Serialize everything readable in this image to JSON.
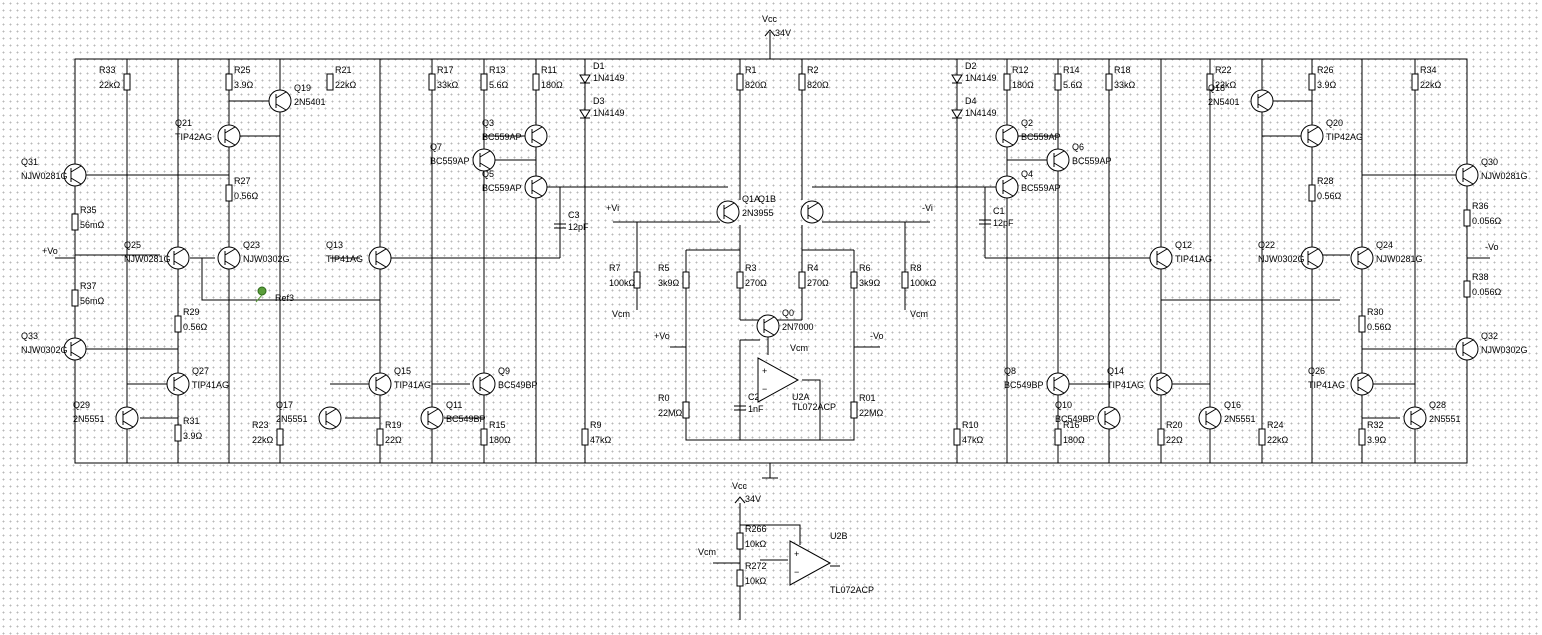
{
  "supply": {
    "name": "Vcc",
    "value": "34V"
  },
  "ports": {
    "pos_in": "+Vi",
    "neg_in": "-Vi",
    "pos_out": "+Vo",
    "neg_out": "-Vo",
    "vcm": "Vcm"
  },
  "probe": "Ref3",
  "resistors": [
    {
      "ref": "R33",
      "val": "22kΩ"
    },
    {
      "ref": "R25",
      "val": "3.9Ω"
    },
    {
      "ref": "R27",
      "val": "0.56Ω"
    },
    {
      "ref": "R35",
      "val": "56mΩ"
    },
    {
      "ref": "R37",
      "val": "56mΩ"
    },
    {
      "ref": "R29",
      "val": "0.56Ω"
    },
    {
      "ref": "R31",
      "val": "3.9Ω"
    },
    {
      "ref": "R21",
      "val": "22kΩ"
    },
    {
      "ref": "R23",
      "val": "22kΩ"
    },
    {
      "ref": "R19",
      "val": "22Ω"
    },
    {
      "ref": "R17",
      "val": "33kΩ"
    },
    {
      "ref": "R13",
      "val": "5.6Ω"
    },
    {
      "ref": "R15",
      "val": "180Ω"
    },
    {
      "ref": "R11",
      "val": "180Ω"
    },
    {
      "ref": "R9",
      "val": "47kΩ"
    },
    {
      "ref": "R1",
      "val": "820Ω"
    },
    {
      "ref": "R2",
      "val": "820Ω"
    },
    {
      "ref": "R7",
      "val": "100kΩ"
    },
    {
      "ref": "R5",
      "val": "3k9Ω"
    },
    {
      "ref": "R3",
      "val": "270Ω"
    },
    {
      "ref": "R4",
      "val": "270Ω"
    },
    {
      "ref": "R6",
      "val": "3k9Ω"
    },
    {
      "ref": "R8",
      "val": "100kΩ"
    },
    {
      "ref": "R0",
      "val": "22MΩ"
    },
    {
      "ref": "R01",
      "val": "22MΩ"
    },
    {
      "ref": "R10",
      "val": "47kΩ"
    },
    {
      "ref": "R12",
      "val": "180Ω"
    },
    {
      "ref": "R14",
      "val": "5.6Ω"
    },
    {
      "ref": "R16",
      "val": "180Ω"
    },
    {
      "ref": "R18",
      "val": "33kΩ"
    },
    {
      "ref": "R20",
      "val": "22Ω"
    },
    {
      "ref": "R22",
      "val": "22kΩ"
    },
    {
      "ref": "R24",
      "val": "22kΩ"
    },
    {
      "ref": "R26",
      "val": "3.9Ω"
    },
    {
      "ref": "R28",
      "val": "0.56Ω"
    },
    {
      "ref": "R30",
      "val": "0.56Ω"
    },
    {
      "ref": "R32",
      "val": "3.9Ω"
    },
    {
      "ref": "R34",
      "val": "22kΩ"
    },
    {
      "ref": "R36",
      "val": "0.056Ω"
    },
    {
      "ref": "R38",
      "val": "0.056Ω"
    },
    {
      "ref": "R266",
      "val": "10kΩ"
    },
    {
      "ref": "R272",
      "val": "10kΩ"
    }
  ],
  "transistors": [
    {
      "ref": "Q31",
      "part": "NJW0281G"
    },
    {
      "ref": "Q33",
      "part": "NJW0302G"
    },
    {
      "ref": "Q21",
      "part": "TIP42AG"
    },
    {
      "ref": "Q19",
      "part": "2N5401"
    },
    {
      "ref": "Q25",
      "part": "NJW0281G"
    },
    {
      "ref": "Q23",
      "part": "NJW0302G"
    },
    {
      "ref": "Q27",
      "part": "TIP41AG"
    },
    {
      "ref": "Q29",
      "part": "2N5551"
    },
    {
      "ref": "Q13",
      "part": "TIP41AG"
    },
    {
      "ref": "Q15",
      "part": "TIP41AG"
    },
    {
      "ref": "Q17",
      "part": "2N5551"
    },
    {
      "ref": "Q9",
      "part": "BC549BP"
    },
    {
      "ref": "Q11",
      "part": "BC549BP"
    },
    {
      "ref": "Q7",
      "part": "BC559AP"
    },
    {
      "ref": "Q3",
      "part": "BC559AP"
    },
    {
      "ref": "Q5",
      "part": "BC559AP"
    },
    {
      "ref": "Q1A",
      "part": "2N3955"
    },
    {
      "ref": "Q1B",
      "part": ""
    },
    {
      "ref": "Q0",
      "part": "2N7000"
    },
    {
      "ref": "Q2",
      "part": "BC559AP"
    },
    {
      "ref": "Q4",
      "part": "BC559AP"
    },
    {
      "ref": "Q6",
      "part": "BC559AP"
    },
    {
      "ref": "Q8",
      "part": "BC549BP"
    },
    {
      "ref": "Q10",
      "part": "BC549BP"
    },
    {
      "ref": "Q12",
      "part": "TIP41AG"
    },
    {
      "ref": "Q14",
      "part": "TIP41AG"
    },
    {
      "ref": "Q16",
      "part": "2N5551"
    },
    {
      "ref": "Q18",
      "part": "2N5401"
    },
    {
      "ref": "Q20",
      "part": "TIP42AG"
    },
    {
      "ref": "Q22",
      "part": "NJW0302G"
    },
    {
      "ref": "Q24",
      "part": "NJW0281G"
    },
    {
      "ref": "Q26",
      "part": "TIP41AG"
    },
    {
      "ref": "Q28",
      "part": "2N5551"
    },
    {
      "ref": "Q30",
      "part": "NJW0281G"
    },
    {
      "ref": "Q32",
      "part": "NJW0302G"
    }
  ],
  "diodes": [
    {
      "ref": "D1",
      "part": "1N4149"
    },
    {
      "ref": "D3",
      "part": "1N4149"
    },
    {
      "ref": "D2",
      "part": "1N4149"
    },
    {
      "ref": "D4",
      "part": "1N4149"
    }
  ],
  "capacitors": [
    {
      "ref": "C3",
      "val": "12pF"
    },
    {
      "ref": "C1",
      "val": "12pF"
    },
    {
      "ref": "C2",
      "val": "1nF"
    }
  ],
  "opamps": [
    {
      "ref": "U2A",
      "part": "TL072ACP"
    },
    {
      "ref": "U2B",
      "part": "TL072ACP"
    }
  ]
}
